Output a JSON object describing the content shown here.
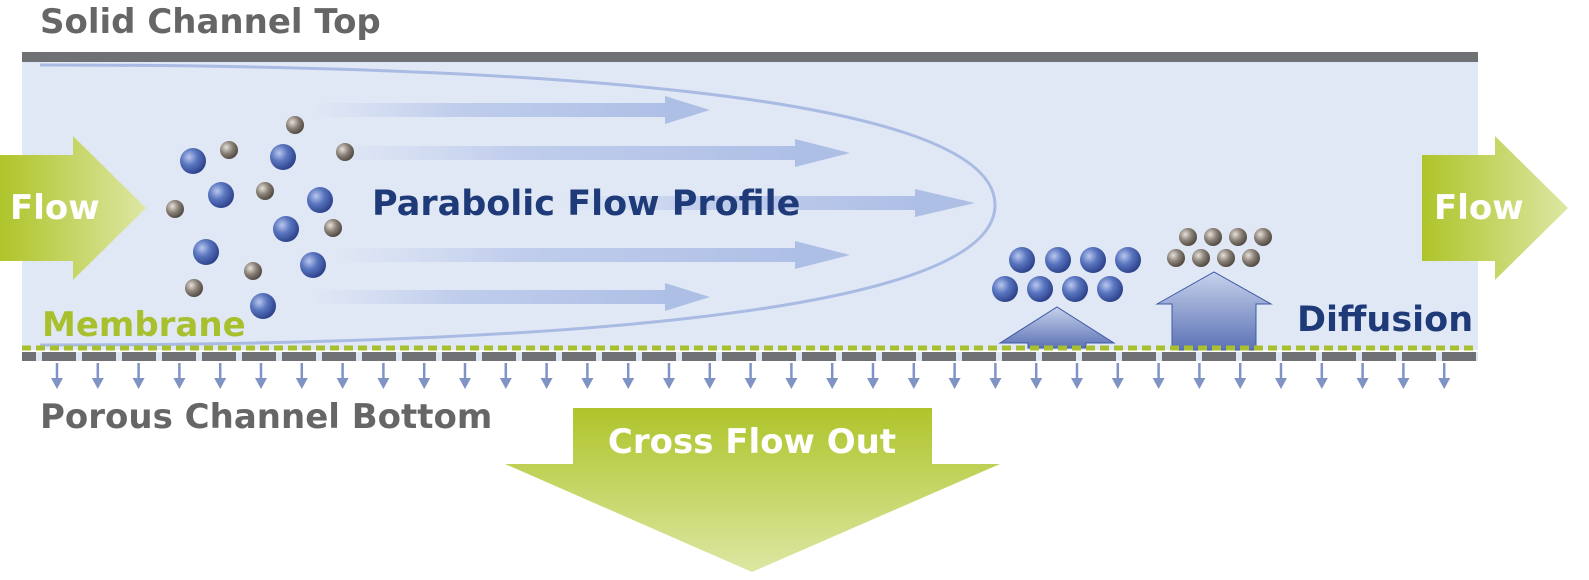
{
  "labels": {
    "solid_top": "Solid Channel Top",
    "flow_in": "Flow",
    "flow_out": "Flow",
    "parabolic": "Parabolic Flow Profile",
    "membrane": "Membrane",
    "diffusion": "Diffusion",
    "porous_bottom": "Porous Channel Bottom",
    "cross_flow": "Cross Flow Out"
  },
  "colors": {
    "channel_fill": "#e1e8f5",
    "wall_gray": "#707174",
    "membrane_green": "#a8bf2e",
    "arrow_green": "#b3c62d",
    "arrow_green_light": "#d9e39a",
    "navy_text": "#1e3a78",
    "gray_text": "#666666",
    "flow_arrow": "#b8c7e6",
    "pore_arrow": "#7f93c4",
    "large_particle": "#4a66b0",
    "small_particle": "#7d7368"
  },
  "icons": {
    "flow_in_arrow": "right-arrow-icon",
    "flow_out_arrow": "right-arrow-icon",
    "cross_flow_arrow": "down-arrow-icon",
    "diffusion_arrows": "up-arrow-icon"
  }
}
